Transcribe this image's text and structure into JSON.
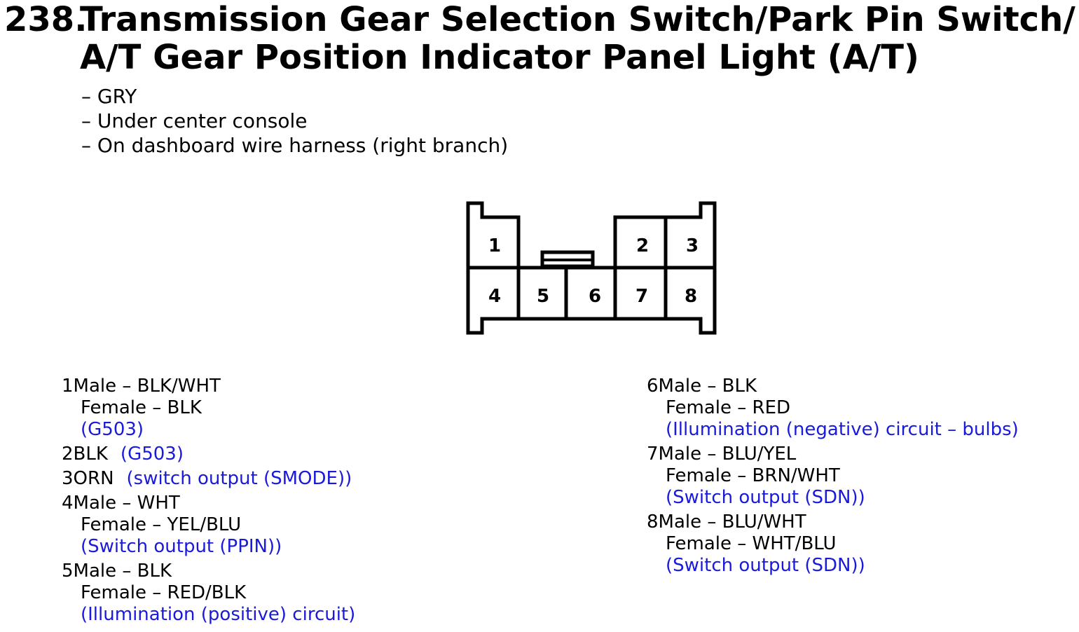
{
  "header": {
    "number": "238.",
    "title_line1": "Transmission Gear Selection Switch/Park Pin Switch/",
    "title_line2": "A/T Gear Position Indicator Panel Light (A/T)"
  },
  "notes": [
    "– GRY",
    "– Under center console",
    "– On dashboard wire harness (right branch)"
  ],
  "connector": {
    "pins": [
      "1",
      "2",
      "3",
      "4",
      "5",
      "6",
      "7",
      "8"
    ]
  },
  "pins": {
    "p1": {
      "num": "1",
      "male": "Male – BLK/WHT",
      "female": "Female – BLK",
      "desc": "(G503)"
    },
    "p2": {
      "num": "2",
      "wire": "BLK",
      "desc": "(G503)"
    },
    "p3": {
      "num": "3",
      "wire": "ORN",
      "desc": "(switch output (SMODE))"
    },
    "p4": {
      "num": "4",
      "male": "Male – WHT",
      "female": "Female – YEL/BLU",
      "desc": "(Switch output (PPIN))"
    },
    "p5": {
      "num": "5",
      "male": "Male – BLK",
      "female": "Female – RED/BLK",
      "desc": "(Illumination (positive) circuit)"
    },
    "p6": {
      "num": "6",
      "male": "Male – BLK",
      "female": "Female – RED",
      "desc": "(Illumination (negative) circuit – bulbs)"
    },
    "p7": {
      "num": "7",
      "male": "Male – BLU/YEL",
      "female": "Female – BRN/WHT",
      "desc": "(Switch output (SDN))"
    },
    "p8": {
      "num": "8",
      "male": "Male – BLU/WHT",
      "female": "Female – WHT/BLU",
      "desc": "(Switch output (SDN))"
    }
  },
  "colors": {
    "text": "#000000",
    "description": "#1a1adb"
  }
}
